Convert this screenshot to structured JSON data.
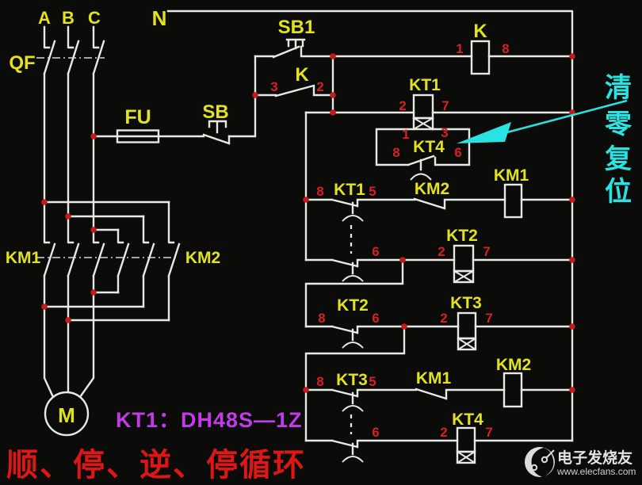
{
  "colors": {
    "background": "#0b0b09",
    "wire": "#e8e8e5",
    "label_yellow": "#e2e21e",
    "terminal_red": "#d42222",
    "junction_dot_red": "#c41a1a",
    "annotation_cyan": "#2be2e2",
    "annotation_magenta": "#c13ce8",
    "caption_red": "#dd1616",
    "watermark_gray": "#dcdcda"
  },
  "power": {
    "phase_a": "A",
    "phase_b": "B",
    "phase_c": "C",
    "neutral": "N",
    "breaker": "QF",
    "fuse": "FU",
    "motor": "M",
    "contactor_left": "KM1",
    "contactor_right": "KM2"
  },
  "control": {
    "stop_button": "SB",
    "start_button": "SB1",
    "k_contact": {
      "label": "K",
      "t_left": "3",
      "t_right": "2"
    },
    "k_coil": {
      "label": "K",
      "t_left": "1",
      "t_right": "8"
    },
    "kt1_coil": {
      "label": "KT1",
      "t_left": "2",
      "t_right": "7"
    },
    "kt4_reset": {
      "label": "KT4",
      "t_top_left": "1",
      "t_top_right": "3",
      "t_left": "8",
      "t_right": "6"
    },
    "rung_km1": {
      "contact": "KT1",
      "t_left": "8",
      "t_right": "5",
      "interlock": "KM2",
      "coil": "KM1"
    },
    "rung_kt2": {
      "t_link": "6",
      "coil": "KT2",
      "t_left": "2",
      "t_right": "7"
    },
    "rung_kt3": {
      "contact": "KT2",
      "t_left": "8",
      "t_right": "6",
      "coil": "KT3",
      "t_coil_left": "2",
      "t_coil_right": "7"
    },
    "rung_km2": {
      "contact": "KT3",
      "t_left": "8",
      "t_right": "5",
      "interlock": "KM1",
      "coil": "KM2"
    },
    "rung_kt4": {
      "t_link": "6",
      "coil": "KT4",
      "t_left": "2",
      "t_right": "7"
    }
  },
  "annotations": {
    "reset_note": [
      "清",
      "零",
      "复",
      "位"
    ],
    "timer_model": "KT1：DH48S—1Z",
    "sequence_caption": "顺、停、逆、停循环"
  },
  "watermark": {
    "brand": "电子发烧友",
    "site": "www.elecfans.com"
  }
}
